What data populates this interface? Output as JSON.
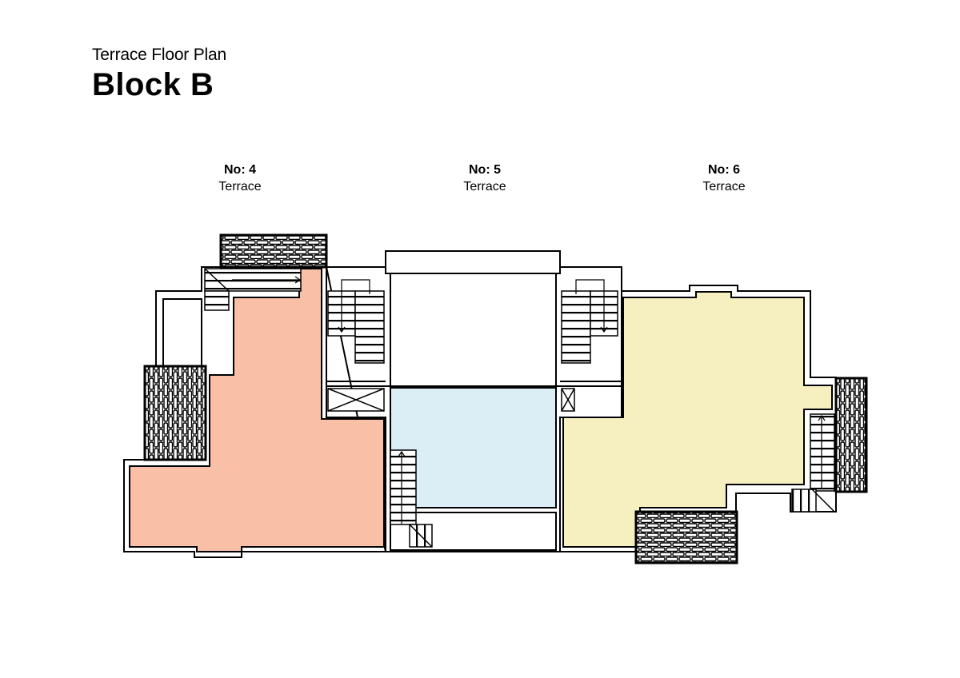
{
  "header": {
    "subtitle": "Terrace Floor Plan",
    "title": "Block B"
  },
  "units": [
    {
      "number": "No: 4",
      "type": "Terrace",
      "fill": "#f9bfa7"
    },
    {
      "number": "No: 5",
      "type": "Terrace",
      "fill": "#dbedf5"
    },
    {
      "number": "No: 6",
      "type": "Terrace",
      "fill": "#f6f0c1"
    }
  ],
  "colors": {
    "wall": "#000000",
    "background": "#ffffff"
  }
}
